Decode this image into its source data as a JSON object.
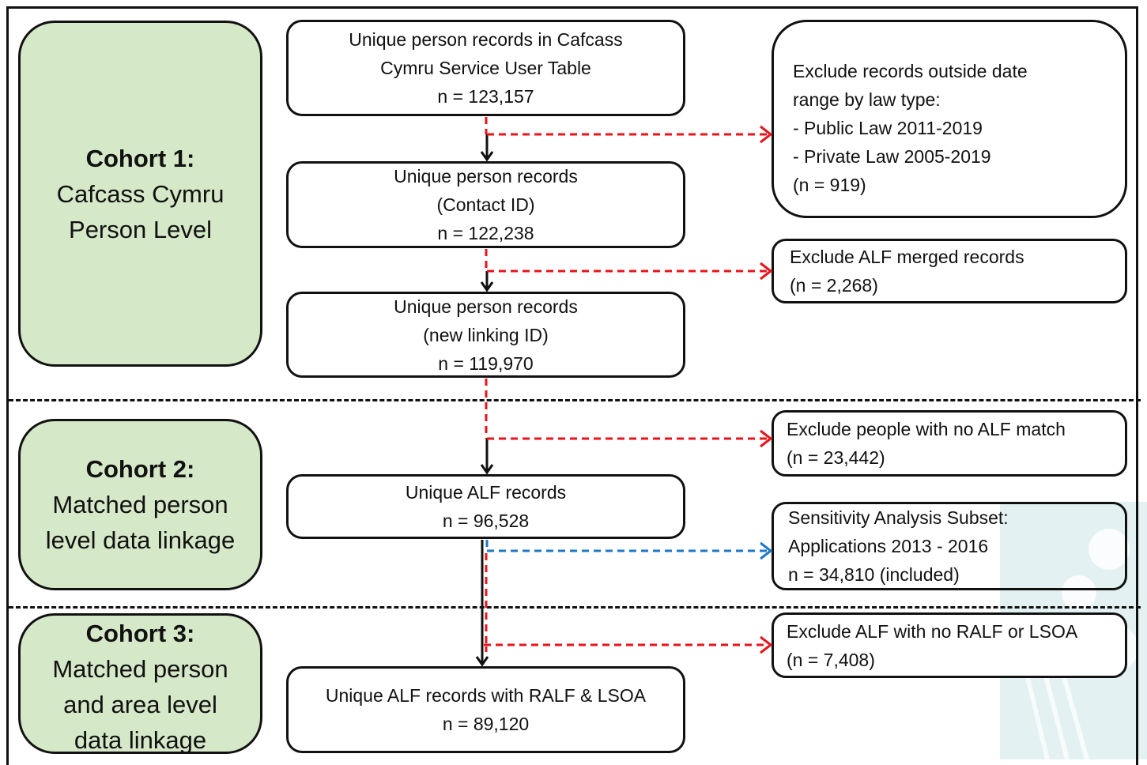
{
  "cohorts": [
    {
      "title": "Cohort 1:",
      "lines": [
        "Cafcass Cymru",
        "Person Level"
      ]
    },
    {
      "title": "Cohort 2:",
      "lines": [
        "Matched person",
        "level data linkage"
      ]
    },
    {
      "title": "Cohort 3:",
      "lines": [
        "Matched person",
        "and area level",
        "data linkage"
      ]
    }
  ],
  "main_boxes": [
    {
      "lines": [
        "Unique person records in Cafcass",
        "Cymru Service User Table",
        "n = 123,157"
      ]
    },
    {
      "lines": [
        "Unique person records",
        "(Contact ID)",
        "n = 122,238"
      ]
    },
    {
      "lines": [
        "Unique person records",
        "(new linking ID)",
        "n = 119,970"
      ]
    },
    {
      "lines": [
        "Unique ALF records",
        "n = 96,528"
      ]
    },
    {
      "lines": [
        "Unique ALF records with RALF & LSOA",
        "n = 89,120"
      ]
    }
  ],
  "side_boxes": [
    {
      "lines": [
        "Exclude records outside date",
        "range by law type:",
        "- Public Law 2011-2019",
        "- Private Law 2005-2019",
        "(n = 919)"
      ]
    },
    {
      "lines": [
        "Exclude ALF merged records",
        "(n = 2,268)"
      ]
    },
    {
      "lines": [
        "Exclude people with no ALF match",
        "(n = 23,442)"
      ]
    },
    {
      "lines": [
        "Sensitivity Analysis Subset:",
        "Applications 2013 - 2016",
        "n = 34,810 (included)"
      ]
    },
    {
      "lines": [
        "Exclude ALF with no RALF or LSOA",
        "(n = 7,408)"
      ]
    }
  ],
  "colors": {
    "cohort_fill": "#d5e8c8",
    "exclude_arrow": "#e8141b",
    "subset_arrow": "#1f77c8",
    "flow_arrow": "#111111"
  }
}
